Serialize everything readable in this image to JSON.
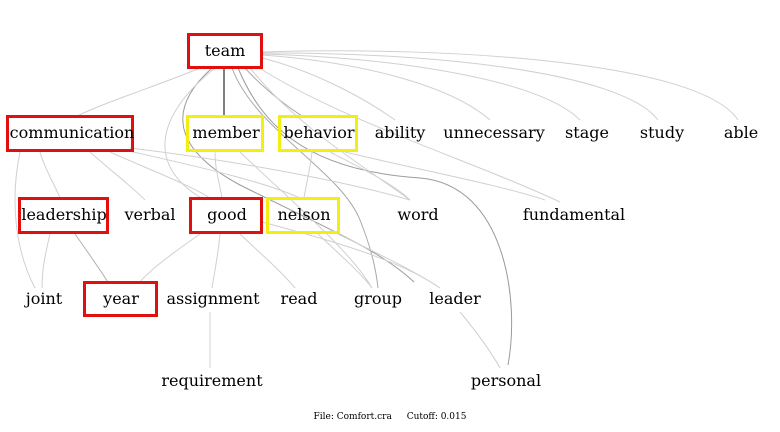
{
  "colors": {
    "red_box": "#e01010",
    "yellow_box": "#f2ee10",
    "edge_light": "#d0d0d0",
    "edge_mid": "#9a9a9a",
    "edge_dark": "#000000"
  },
  "nodes": {
    "team": "team",
    "communication": "communication",
    "member": "member",
    "behavior": "behavior",
    "ability": "ability",
    "unnecessary": "unnecessary",
    "stage": "stage",
    "study": "study",
    "able": "able",
    "leadership": "leadership",
    "verbal": "verbal",
    "good": "good",
    "nelson": "nelson",
    "word": "word",
    "fundamental": "fundamental",
    "joint": "joint",
    "year": "year",
    "assignment": "assignment",
    "read": "read",
    "group": "group",
    "leader": "leader",
    "requirement": "requirement",
    "personal": "personal"
  },
  "highlights": {
    "team": "red",
    "communication": "red",
    "leadership": "red",
    "good": "red",
    "year": "red",
    "member": "yellow",
    "behavior": "yellow",
    "nelson": "yellow"
  },
  "footer": {
    "file": "File: Comfort.cra",
    "cutoff": "Cutoff: 0.015"
  }
}
